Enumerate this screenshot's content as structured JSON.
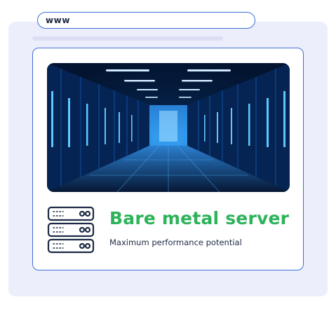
{
  "browser": {
    "url": "www"
  },
  "card": {
    "title": "Bare metal server",
    "subtitle": "Maximum performance potential",
    "image": "data-center-server-corridor",
    "icon": "server-rack-icon"
  },
  "colors": {
    "accent": "#3d6fd6",
    "title": "#2db35a",
    "text": "#1d2a44",
    "panel": "#eceefb"
  }
}
